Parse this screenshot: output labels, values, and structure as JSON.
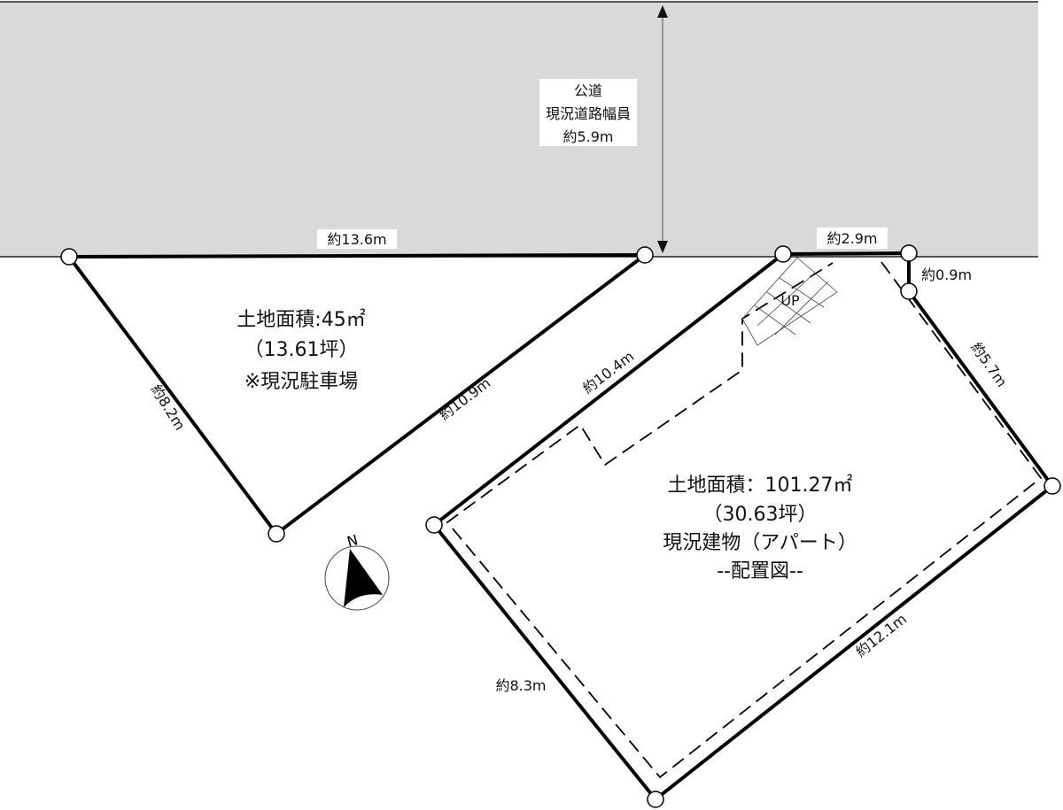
{
  "road": {
    "line1": "公道",
    "line2": "現況道路幅員",
    "line3": "約5.9m",
    "color": "#d9d9d9"
  },
  "lot_left": {
    "area": "土地面積:45㎡",
    "tsubo": "（13.61坪）",
    "note": "※現況駐車場",
    "dims": {
      "top": "約13.6m",
      "left": "約8.2m",
      "right": "約10.9m"
    }
  },
  "lot_right": {
    "area": "土地面積：101.27㎡",
    "tsubo": "（30.63坪）",
    "building": "現況建物（アパート）",
    "layout": "--配置図--",
    "dims": {
      "top": "約2.9m",
      "step": "約0.9m",
      "ne": "約5.7m",
      "nw": "約10.4m",
      "sw": "約8.3m",
      "se": "約12.1m"
    },
    "stairs_label": "UP"
  },
  "compass": {
    "label": "N"
  }
}
